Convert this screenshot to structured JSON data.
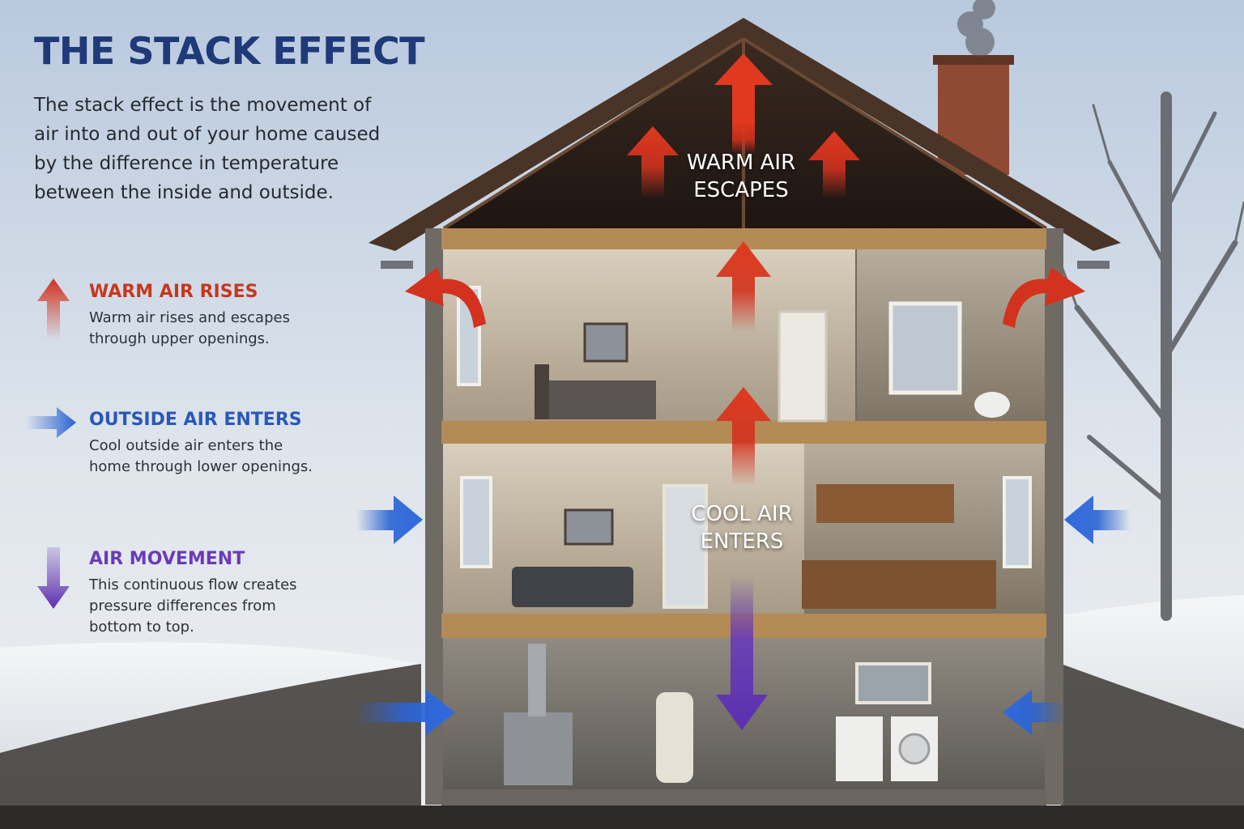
{
  "title": "THE STACK EFFECT",
  "intro": "The stack effect is the movement of air into and out of your home caused by the difference in temperature between the inside and outside.",
  "legend": [
    {
      "heading": "WARM AIR RISES",
      "description": "Warm air rises and escapes through upper openings.",
      "icon": "arrow-up-icon",
      "color": "#c6381f"
    },
    {
      "heading": "OUTSIDE AIR ENTERS",
      "description": "Cool outside air enters the home through lower openings.",
      "icon": "arrow-right-icon",
      "color": "#2a58b8"
    },
    {
      "heading": "AIR MOVEMENT",
      "description": "This continuous flow creates pressure differences from bottom to top.",
      "icon": "arrow-down-icon",
      "color": "#6a3bb8"
    }
  ],
  "diagram": {
    "warm_label_line1": "WARM AIR",
    "warm_label_line2": "ESCAPES",
    "cool_label_line1": "COOL AIR",
    "cool_label_line2": "ENTERS"
  },
  "colors": {
    "warm": "#d2321e",
    "cool": "#2a63d4",
    "movement": "#6a3bb8",
    "title": "#1e3a78"
  }
}
